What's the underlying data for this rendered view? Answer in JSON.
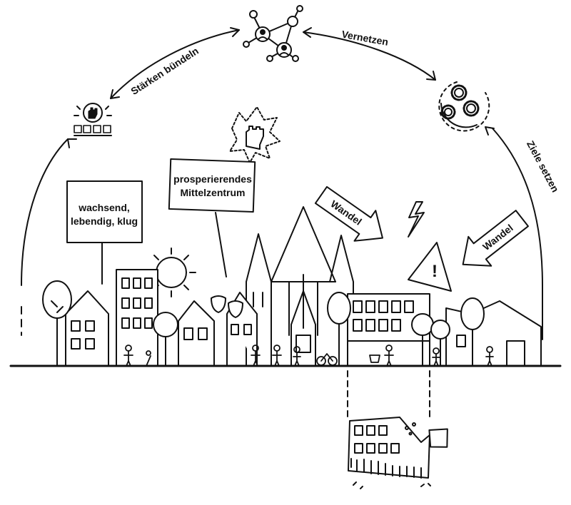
{
  "arc_labels": {
    "left": "Stärken bündeln",
    "right": "Vernetzen",
    "side": "Ziele setzen"
  },
  "signs": {
    "left_line1": "wachsend,",
    "left_line2": "lebendig, klug",
    "center_line1": "prosperierendes",
    "center_line2": "Mittelzentrum"
  },
  "arrows": {
    "wandel_1": "Wandel",
    "wandel_2": "Wandel"
  },
  "warning": {
    "symbol": "!"
  },
  "icons": {
    "top": "network-people-icon",
    "left": "raised-fists-group-icon",
    "right": "gears-cycle-icon",
    "protest": "raised-fist-icon",
    "weather": "lightning-icon",
    "sun": "sun-icon"
  },
  "colors": {
    "ink": "#111111",
    "background": "#ffffff"
  }
}
